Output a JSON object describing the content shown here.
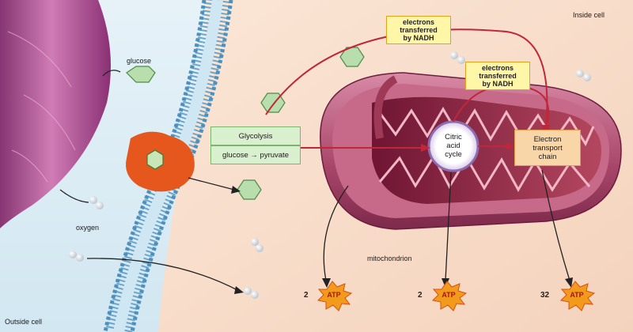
{
  "labels": {
    "inside_cell": "Inside cell",
    "outside_cell": "Outside cell",
    "glucose": "glucose",
    "oxygen": "oxygen",
    "mitochondrion": "mitochondrion"
  },
  "nadh_box_1": {
    "line1": "electrons",
    "line2": "transferred",
    "line3": "by NADH"
  },
  "nadh_box_2": {
    "line1": "electrons",
    "line2": "transferred",
    "line3": "by NADH"
  },
  "glycolysis": {
    "title": "Glycolysis",
    "reaction": "glucose → pyruvate"
  },
  "citric_acid": {
    "line1": "Citric",
    "line2": "acid",
    "line3": "cycle"
  },
  "electron_transport": {
    "line1": "Electron",
    "line2": "transport",
    "line3": "chain"
  },
  "atp": [
    {
      "count": "2",
      "label": "ATP"
    },
    {
      "count": "2",
      "label": "ATP"
    },
    {
      "count": "32",
      "label": "ATP"
    }
  ],
  "colors": {
    "membrane": "#8cc2e0",
    "mito_outer": "#b35a78",
    "mito_inner": "#7a1f3e",
    "arrow": "#c0283a",
    "transporter": "#e5571c"
  }
}
